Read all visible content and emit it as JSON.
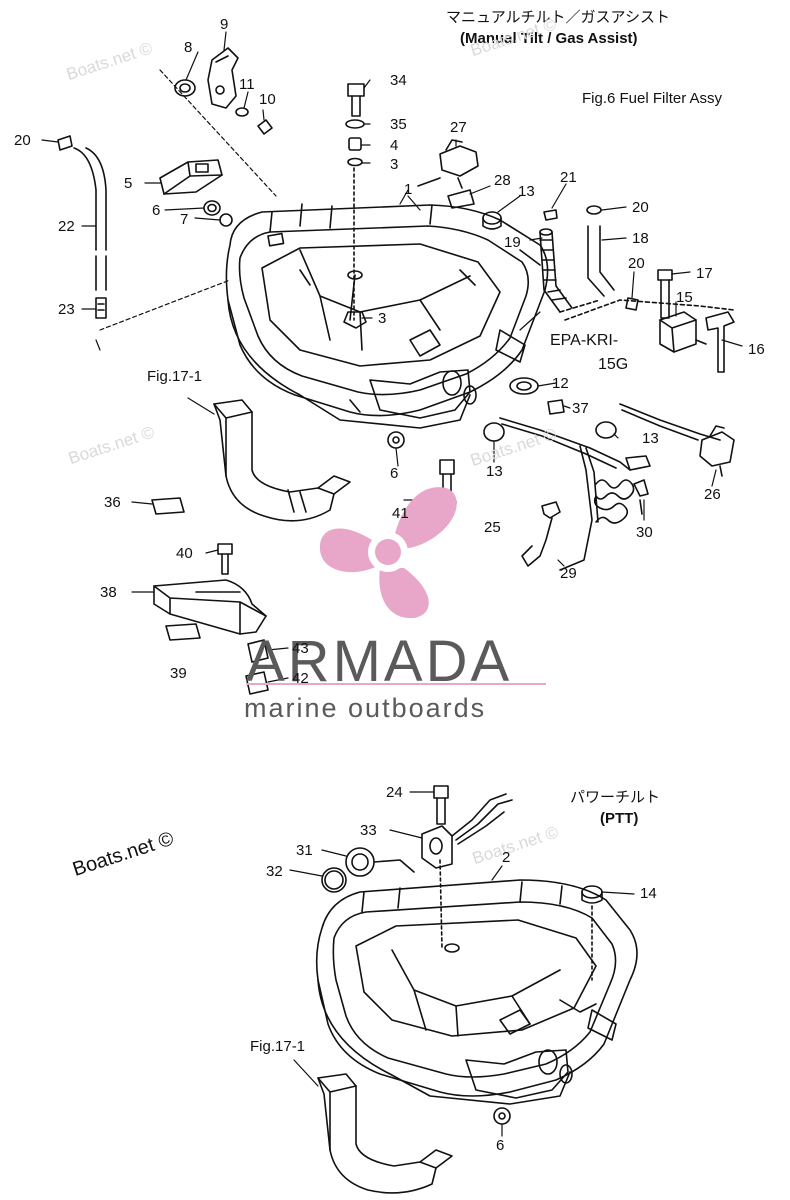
{
  "titles": {
    "manual_jp": "マニュアルチルト／ガスアシスト",
    "manual_en": "(Manual Tilt / Gas Assist)",
    "ptt_jp": "パワーチルト",
    "ptt_en": "(PTT)",
    "fig6": "Fig.6 Fuel Filter Assy",
    "fig17_top": "Fig.17-1",
    "fig17_bottom": "Fig.17-1",
    "epa_line1": "EPA-KRI-",
    "epa_line2": "15G"
  },
  "watermarks": {
    "light": "Boats.net ©",
    "dark": "Boats.net ©"
  },
  "brand": {
    "name": "ARMADA",
    "tagline": "marine outboards",
    "colors": {
      "accent": "#e8a7c9",
      "text": "#5a5a5a"
    }
  },
  "callouts": {
    "c1": "1",
    "c2": "2",
    "c3a": "3",
    "c3b": "3",
    "c4": "4",
    "c5": "5",
    "c6a": "6",
    "c6b": "6",
    "c6c": "6",
    "c7": "7",
    "c8": "8",
    "c9": "9",
    "c10": "10",
    "c11": "11",
    "c12": "12",
    "c13a": "13",
    "c13b": "13",
    "c13c": "13",
    "c14": "14",
    "c15": "15",
    "c16": "16",
    "c17": "17",
    "c18": "18",
    "c19": "19",
    "c20a": "20",
    "c20b": "20",
    "c20c": "20",
    "c21": "21",
    "c22": "22",
    "c23": "23",
    "c24": "24",
    "c25": "25",
    "c26": "26",
    "c27": "27",
    "c28": "28",
    "c29": "29",
    "c30": "30",
    "c31": "31",
    "c32": "32",
    "c33": "33",
    "c34": "34",
    "c35": "35",
    "c36": "36",
    "c37": "37",
    "c38": "38",
    "c39": "39",
    "c40": "40",
    "c41": "41",
    "c42": "42",
    "c43": "43"
  }
}
